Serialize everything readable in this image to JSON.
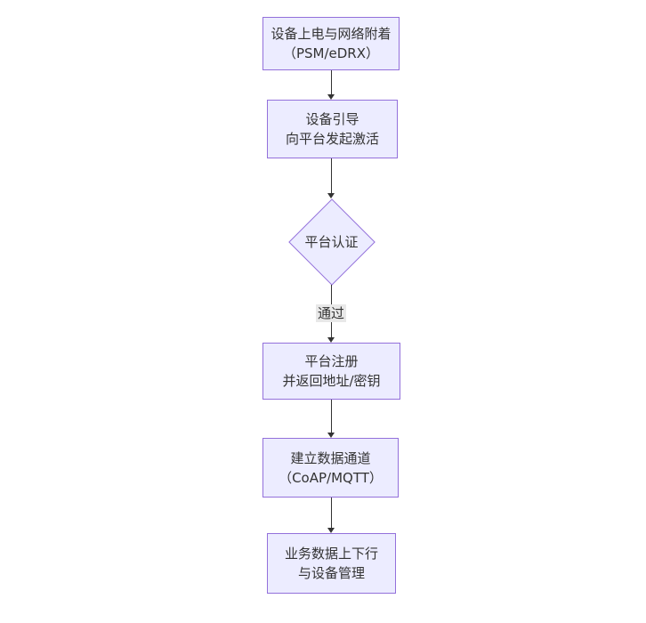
{
  "diagram": {
    "type": "flowchart",
    "direction": "top-down",
    "nodes": [
      {
        "id": "A",
        "shape": "rect",
        "lines": [
          "设备上电与网络附着",
          "（PSM/eDRX）"
        ]
      },
      {
        "id": "B",
        "shape": "rect",
        "lines": [
          "设备引导",
          "向平台发起激活"
        ]
      },
      {
        "id": "C",
        "shape": "diamond",
        "lines": [
          "平台认证"
        ]
      },
      {
        "id": "D",
        "shape": "rect",
        "lines": [
          "平台注册",
          "并返回地址/密钥"
        ]
      },
      {
        "id": "E",
        "shape": "rect",
        "lines": [
          "建立数据通道",
          "（CoAP/MQTT）"
        ]
      },
      {
        "id": "F",
        "shape": "rect",
        "lines": [
          "业务数据上下行",
          "与设备管理"
        ]
      }
    ],
    "edges": [
      {
        "from": "A",
        "to": "B",
        "label": ""
      },
      {
        "from": "B",
        "to": "C",
        "label": ""
      },
      {
        "from": "C",
        "to": "D",
        "label": "通过"
      },
      {
        "from": "D",
        "to": "E",
        "label": ""
      },
      {
        "from": "E",
        "to": "F",
        "label": ""
      }
    ],
    "colors": {
      "node_fill": "#ECECFF",
      "node_border": "#9370DB",
      "arrow": "#333333",
      "edge_label_bg": "#e8e8e8",
      "text": "#333333"
    }
  }
}
